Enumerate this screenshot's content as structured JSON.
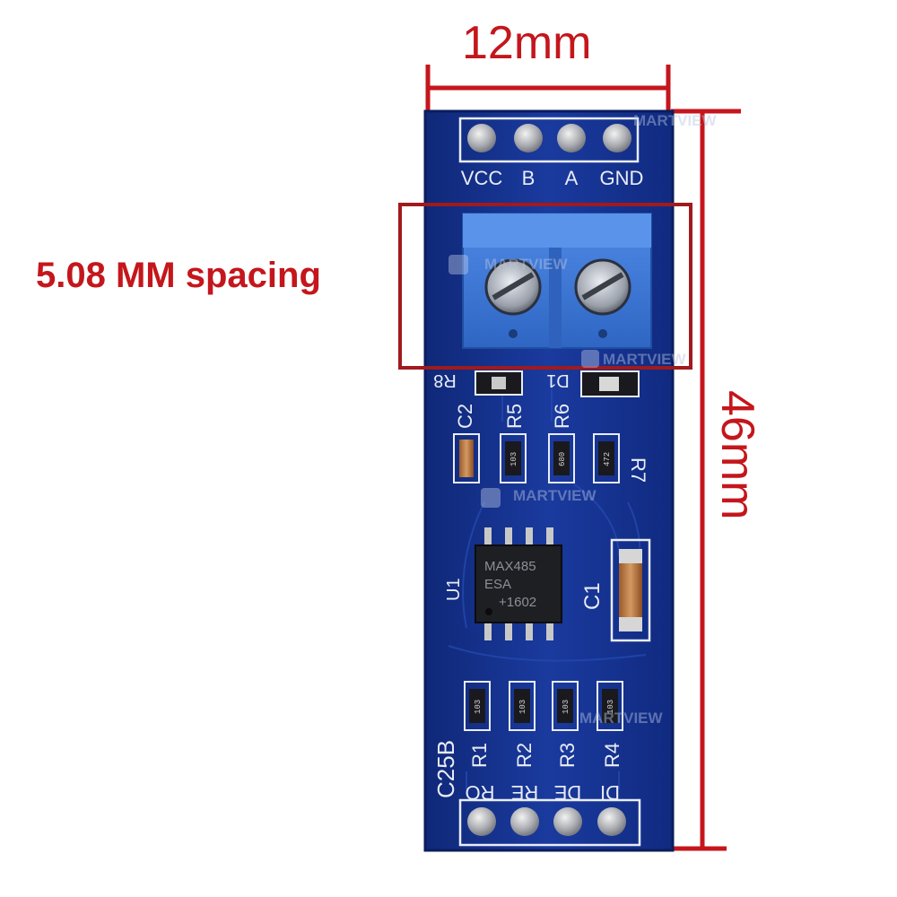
{
  "annotations": {
    "width_dimension": "12mm",
    "height_dimension": "46mm",
    "terminal_callout": "5.08 MM spacing"
  },
  "board": {
    "top_pins": [
      "VCC",
      "B",
      "A",
      "GND"
    ],
    "bottom_pins": [
      "RO",
      "RE",
      "DE",
      "DI"
    ],
    "chip_lines": [
      "MAX485",
      "ESA",
      "+1602"
    ],
    "silkscreen": {
      "r8": "R8",
      "d1": "D1",
      "c2": "C2",
      "r5": "R5",
      "r6": "R6",
      "r7": "R7",
      "c1": "C1",
      "u1": "U1",
      "r1": "R1",
      "r2": "R2",
      "r3": "R3",
      "r4": "R4",
      "board_id": "C25B"
    },
    "resistor_codes": {
      "r5": "103",
      "r6": "680",
      "r7": "472",
      "r1": "103",
      "r2": "103",
      "r3": "103",
      "r4": "103"
    },
    "watermark": "MARTVIEW"
  },
  "colors": {
    "pcb": "#142f8c",
    "pcb_dark": "#0d2270",
    "silk": "#e8ecf5",
    "terminal": "#3b78d8",
    "annotation": "#c4161c"
  }
}
